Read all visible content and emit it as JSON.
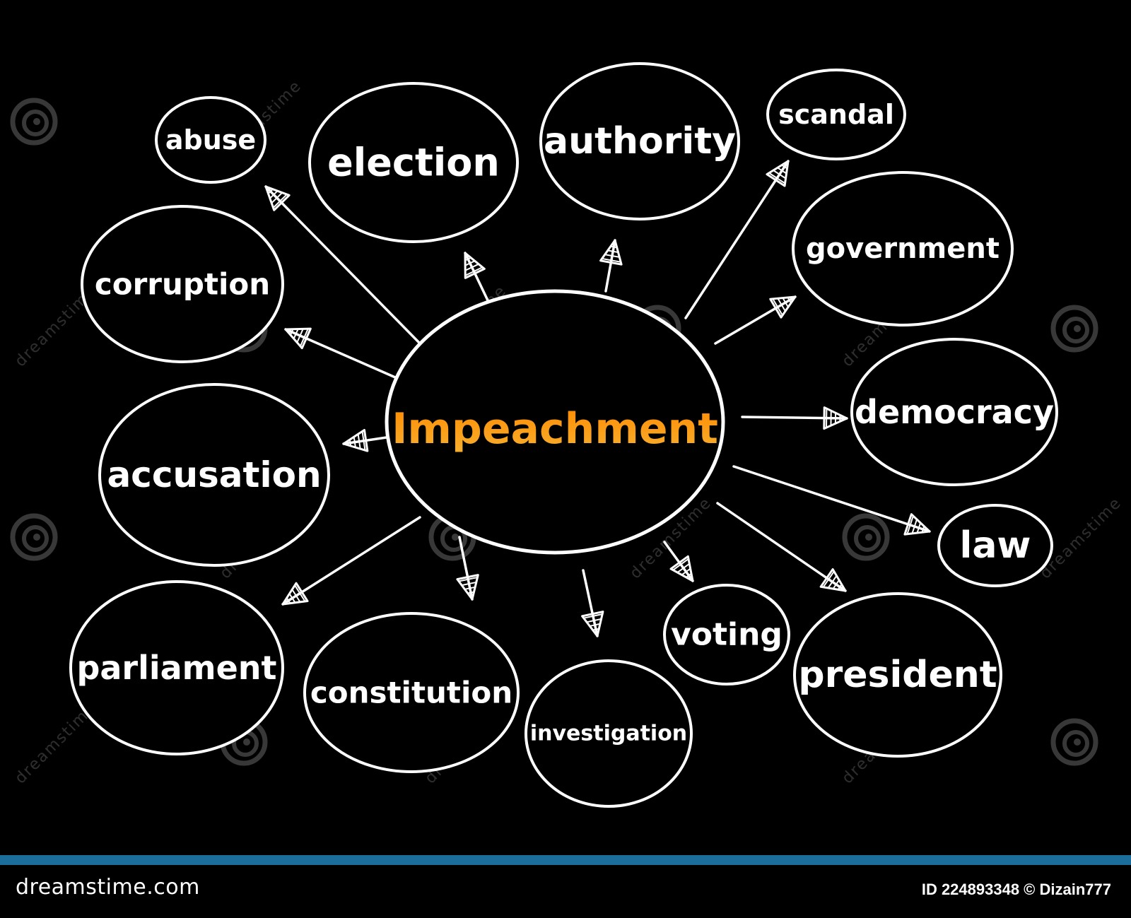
{
  "diagram": {
    "center": {
      "label": "Impeachment"
    },
    "nodes": [
      {
        "label": "abuse"
      },
      {
        "label": "election"
      },
      {
        "label": "authority"
      },
      {
        "label": "scandal"
      },
      {
        "label": "government"
      },
      {
        "label": "democracy"
      },
      {
        "label": "law"
      },
      {
        "label": "president"
      },
      {
        "label": "voting"
      },
      {
        "label": "investigation"
      },
      {
        "label": "constitution"
      },
      {
        "label": "parliament"
      },
      {
        "label": "accusation"
      },
      {
        "label": "corruption"
      }
    ]
  },
  "watermark": {
    "text": "dreamstime"
  },
  "footer": {
    "site": "dreamstime.com",
    "id_credit": "ID 224893348 © Dizain777"
  },
  "colors": {
    "background": "#000000",
    "stroke": "#ffffff",
    "center_gradient_top": "#ff8a00",
    "center_gradient_bottom": "#f6a623",
    "footer_strip": "#1a6e99"
  }
}
